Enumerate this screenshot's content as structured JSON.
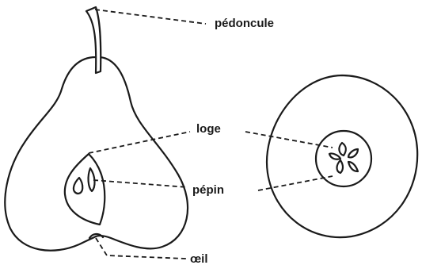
{
  "labels": {
    "stem": "pédoncule",
    "locule": "loge",
    "seed": "pépin",
    "eye": "œil"
  }
}
